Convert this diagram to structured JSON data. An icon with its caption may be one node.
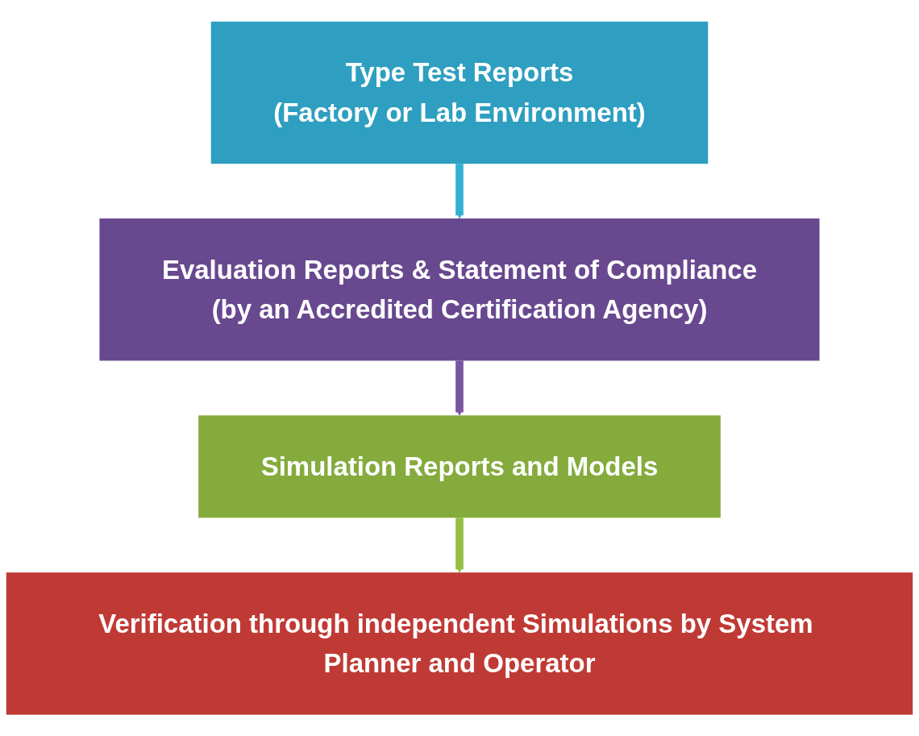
{
  "diagram": {
    "nodes": [
      {
        "text": [
          "Type Test Reports",
          "(Factory or Lab Environment)"
        ]
      },
      {
        "text": [
          "Evaluation Reports & Statement of Compliance",
          "(by an Accredited Certification Agency)"
        ]
      },
      {
        "text": [
          "Simulation Reports and Models"
        ]
      },
      {
        "text": [
          "Verification through independent Simulations by System Planner and Operator"
        ]
      }
    ],
    "edges": [
      {
        "from": 0,
        "to": 1,
        "arrow": "to",
        "color": "#33b0d3"
      },
      {
        "from": 1,
        "to": 2,
        "arrow": "to",
        "color": "#7a55a2"
      },
      {
        "from": 2,
        "to": 3,
        "arrow": "to",
        "color": "#94bf44"
      }
    ]
  }
}
